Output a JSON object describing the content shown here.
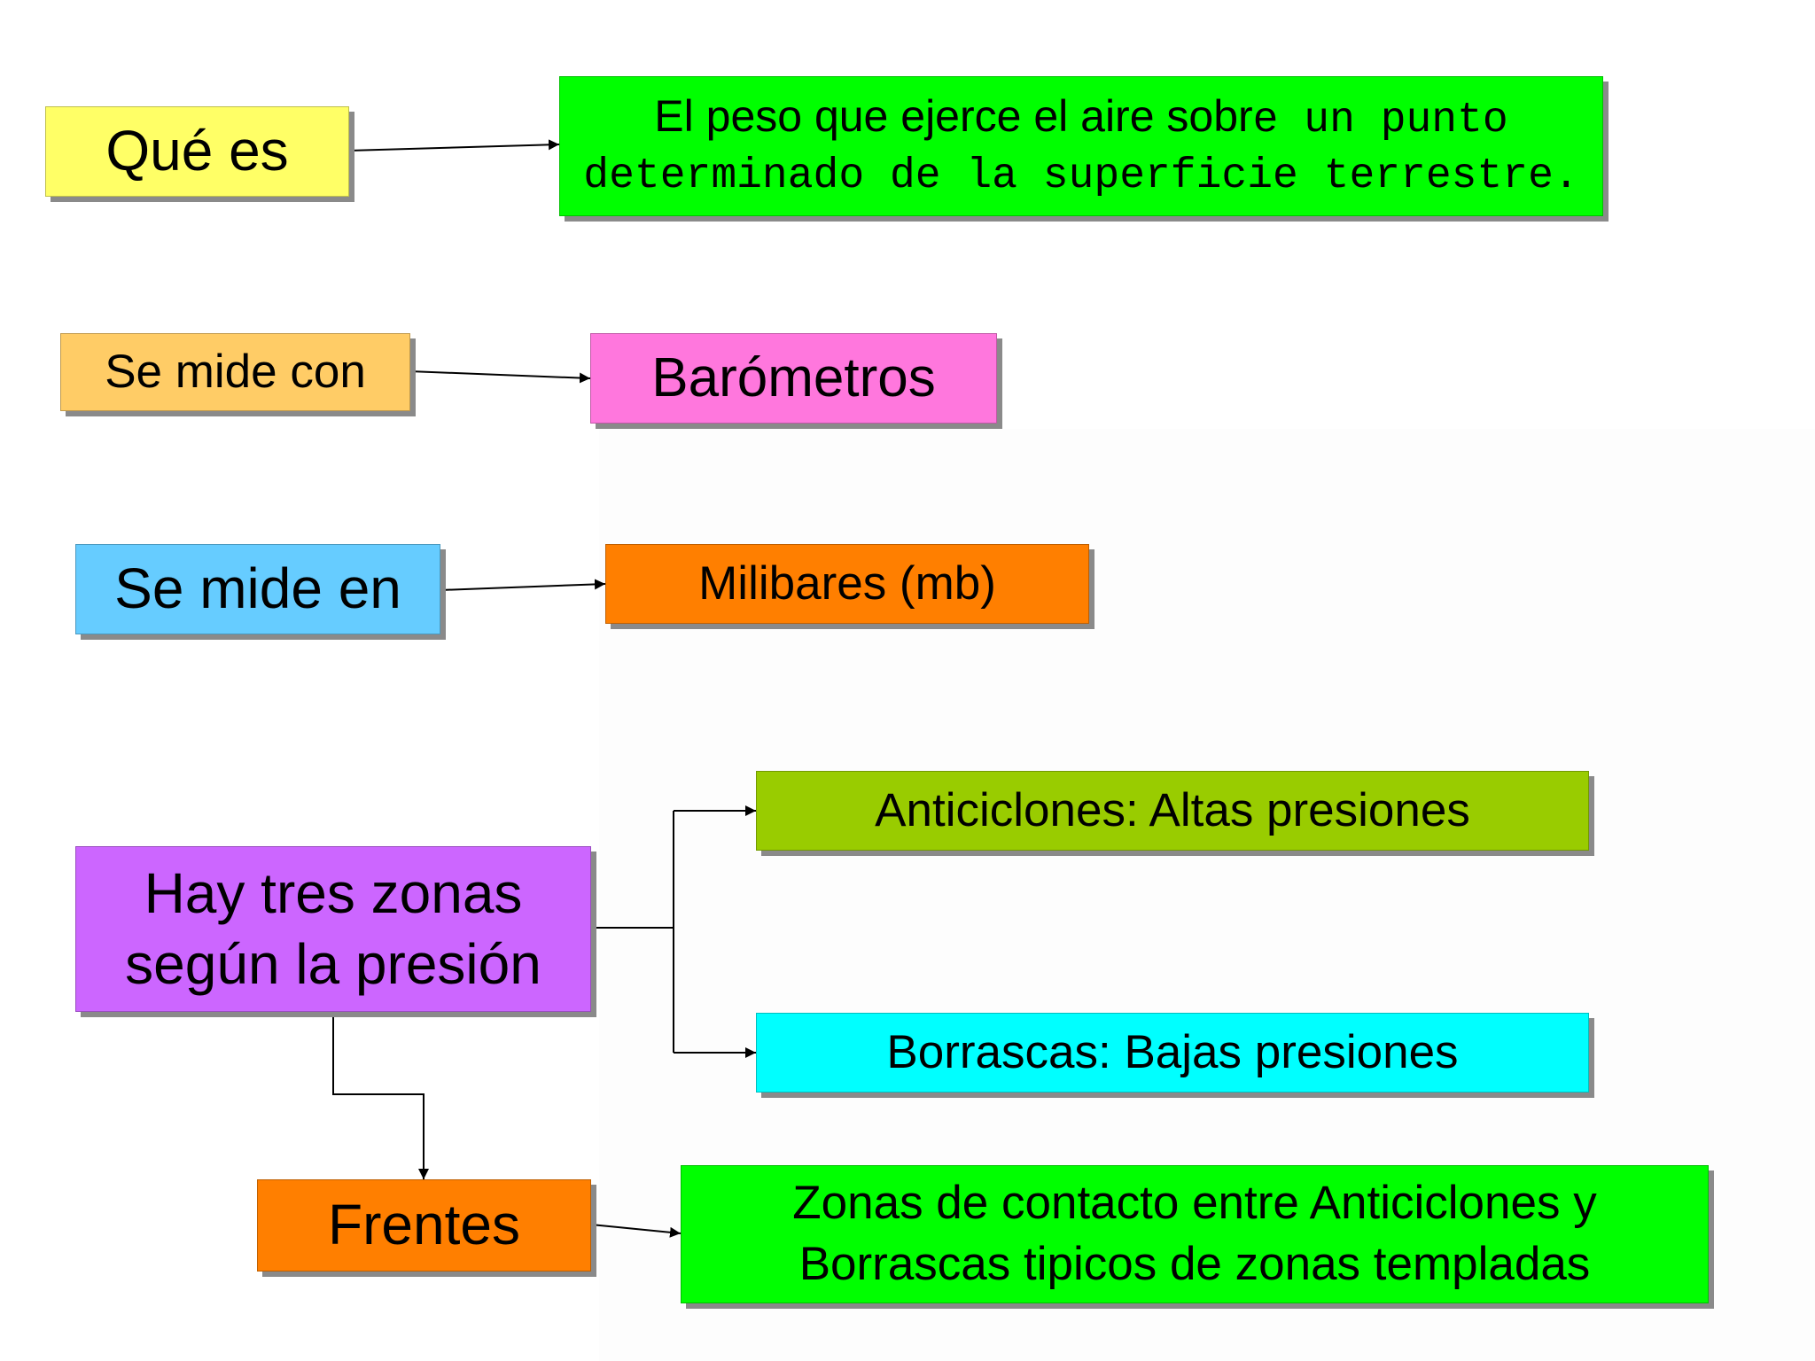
{
  "nodes": {
    "que_es": {
      "label": "Qué es",
      "color": "#ffff66"
    },
    "definicion": {
      "label_sans": "El peso que ejerce el aire sobr",
      "label_mono_1": "e un punto",
      "label_mono_2": "determinado de la superficie terrestre.",
      "color": "#00ff00"
    },
    "se_mide_con": {
      "label": "Se mide con",
      "color": "#ffcc66"
    },
    "barometros": {
      "label": "Barómetros",
      "color": "#ff77dd"
    },
    "se_mide_en": {
      "label": "Se mide en",
      "color": "#66ccff"
    },
    "milibares": {
      "label": "Milibares (mb)",
      "color": "#ff7f00"
    },
    "hay_tres_zonas": {
      "label_line1": "Hay tres zonas",
      "label_line2": "según la presión",
      "color": "#cc66ff"
    },
    "anticiclones": {
      "label": "Anticiclones: Altas presiones",
      "color": "#99cc00"
    },
    "borrascas": {
      "label": "Borrascas: Bajas presiones",
      "color": "#00ffff"
    },
    "frentes": {
      "label": "Frentes",
      "color": "#ff7f00"
    },
    "zonas_contacto": {
      "label_line1": "Zonas de contacto entre Anticiclones y",
      "label_line2": "Borrascas tipicos de zonas templadas",
      "color": "#00ff00"
    }
  }
}
